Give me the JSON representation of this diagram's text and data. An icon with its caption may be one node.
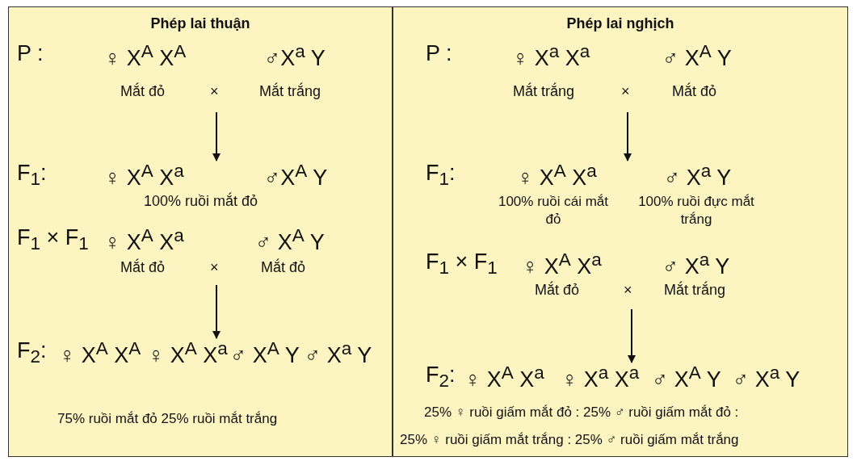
{
  "diagram": {
    "nodes": [
      {
        "text": [
          "Phép lai thuận"
        ]
      },
      {
        "text": [
          "P :",
          "♀ X$^{A}$ X$^{A}$",
          "♂X$^{a}$ Y",
          "Mắt đỏ",
          "×",
          "Mắt trắng"
        ],
        "in": 0
      },
      {
        "text": [
          "F$_{1}$:",
          "♀ X$^{A}$ X$^{a}$",
          "♂X$^{A}$ Y",
          "100% ruồi mắt đỏ"
        ],
        "in": 0
      },
      {
        "text": [
          "F$_{1}$ × F$_{1}$",
          "♀ X$^{A}$ X$^{a}$",
          "♂ X$^{A}$ Y",
          "Mắt đỏ",
          "×",
          "Mắt đỏ"
        ],
        "in": 0
      },
      {
        "text": [
          "F$_{2}$:",
          "♀ X$^{A}$ X$^{A}$",
          "♀ X$^{A}$ X$^{a}$",
          "♂ X$^{A}$ Y",
          "♂ X$^{a}$ Y"
        ],
        "in": 0
      },
      {
        "text": [
          "Phép lai nghịch"
        ]
      },
      {
        "text": [
          "P :",
          "♀ X$^{a}$ X$^{a}$",
          "♂ X$^{A}$ Y",
          "Mắt trắng",
          "×",
          "Mắt đỏ"
        ],
        "in": 5
      },
      {
        "text": [
          "F$_{1}$:",
          "♀ X$^{A}$ X$^{a}$",
          "♂ X$^{a}$ Y",
          "100% ruồi cái mắt đỏ",
          "100% ruồi đực mắt trắng"
        ],
        "in": 5
      },
      {
        "text": [
          "F$_{1}$ × F$_{1}$",
          "♀ X$^{A}$ X$^{a}$",
          "♂ X$^{a}$ Y",
          "Mắt đỏ",
          "×",
          "Mắt trắng"
        ],
        "in": 5
      },
      {
        "text": [
          "F$_{2}$:",
          "♀ X$^{A}$ X$^{a}$",
          "♀ X$^{a}$ X$^{a}$",
          "♂ X$^{A}$ Y",
          "♂ X$^{a}$ Y"
        ],
        "in": 5
      }
    ],
    "edges": [
      {
        "from": 1,
        "to": 2,
        "arrow": "to"
      },
      {
        "from": 3,
        "to": 4,
        "arrow": "to"
      },
      {
        "from": 6,
        "to": 7,
        "arrow": "to"
      },
      {
        "from": 8,
        "to": 9,
        "arrow": "to"
      }
    ],
    "labels": [
      "75% ruồi mắt đỏ 25% ruồi mắt trắng",
      "25% ♀ ruồi giấm mắt đỏ : 25% ♂ ruồi giấm mắt đỏ :",
      "25% ♀ ruồi giấm mắt trắng : 25% ♂ ruồi giấm mắt trắng"
    ]
  }
}
